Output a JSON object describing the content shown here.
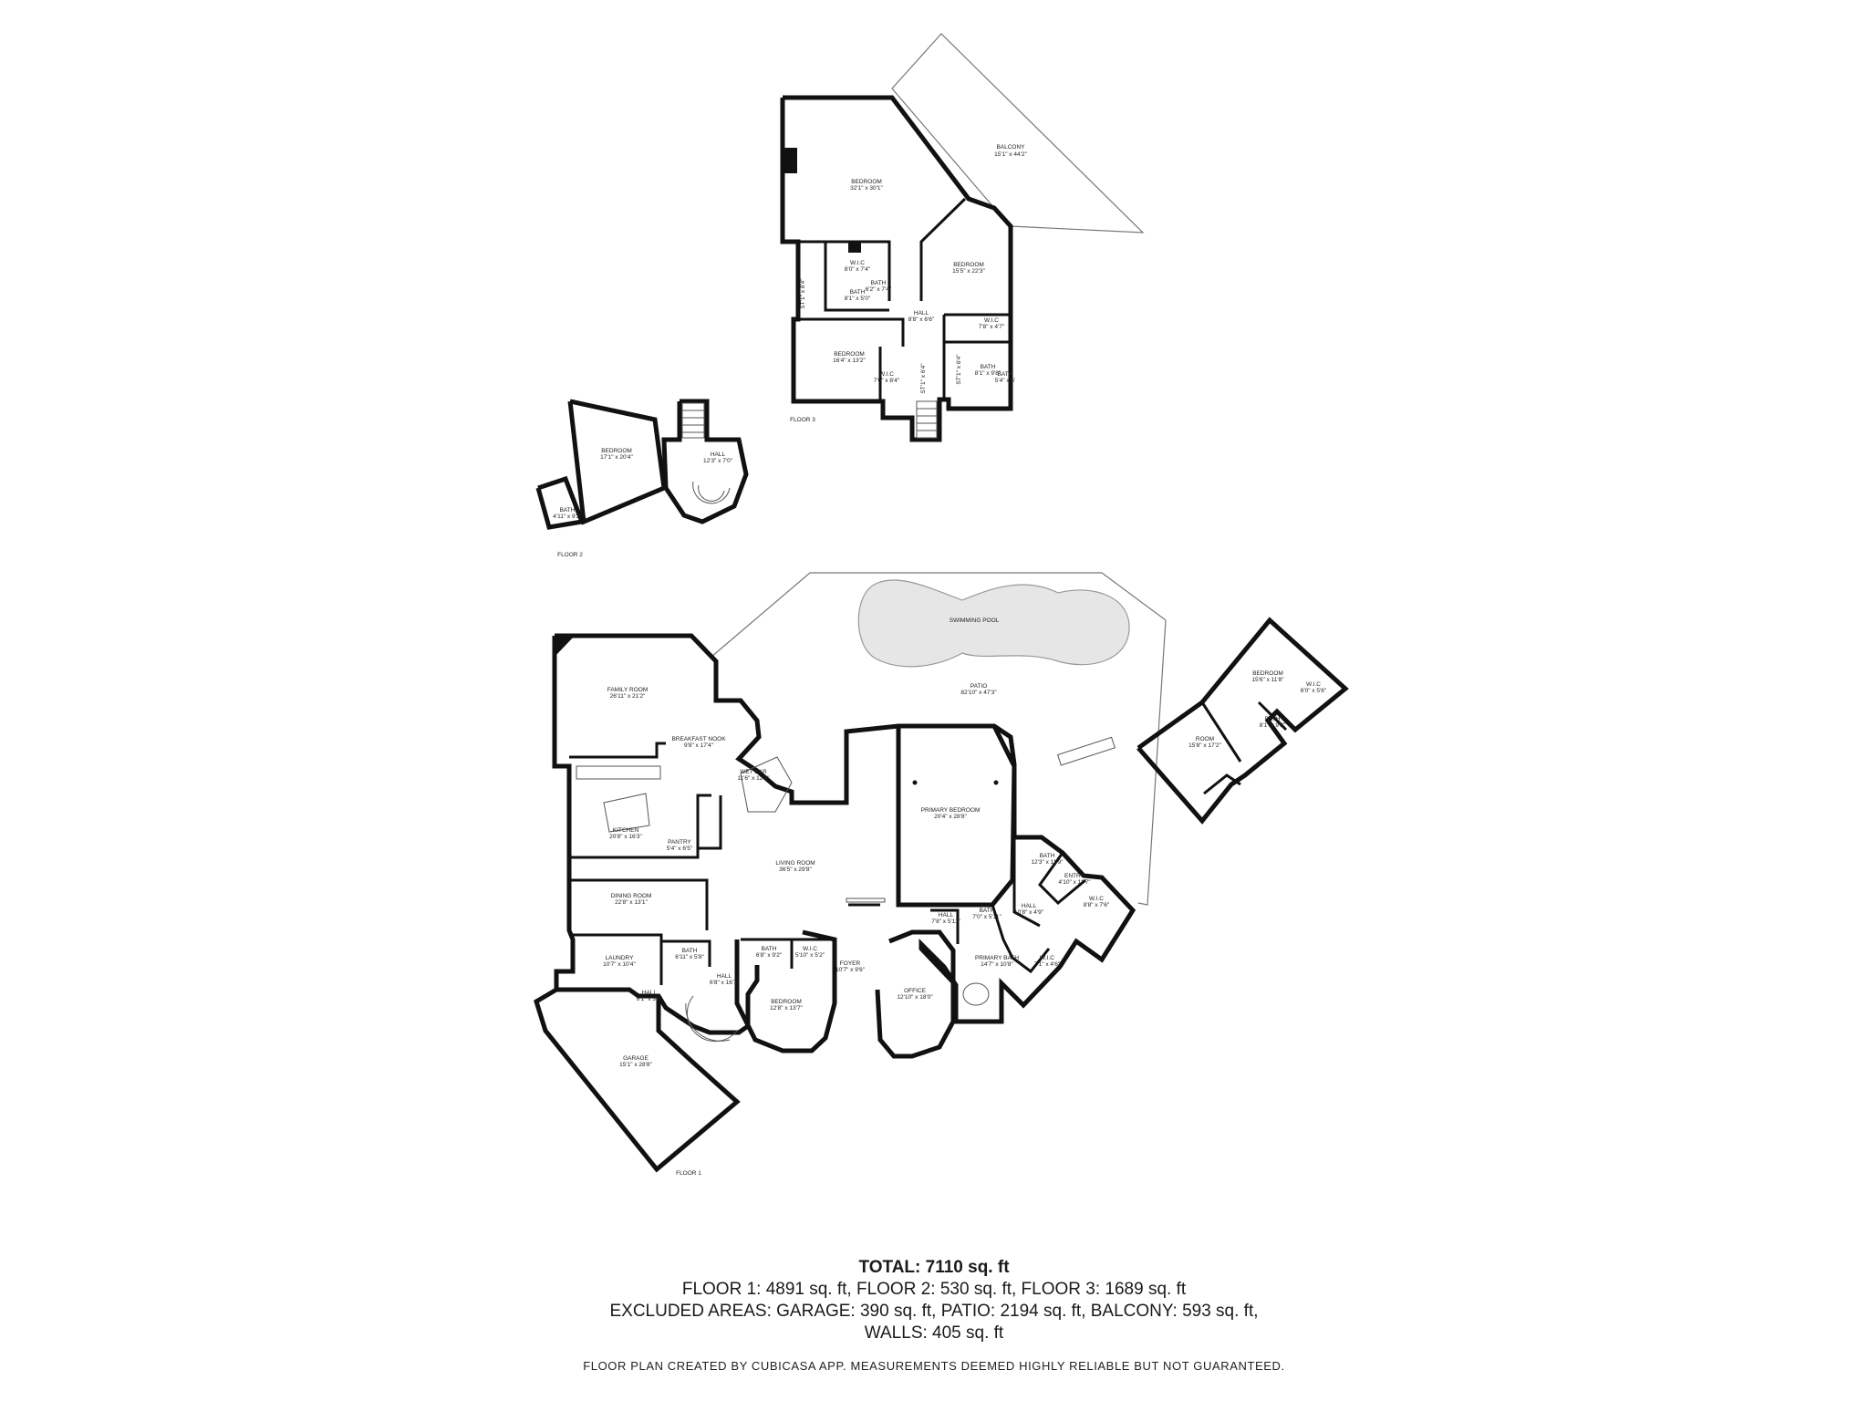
{
  "floor3": {
    "label": "FLOOR 3",
    "rooms": {
      "balcony": {
        "name": "BALCONY",
        "dims": "15'1\" x 44'2\""
      },
      "bedroom_a": {
        "name": "BEDROOM",
        "dims": "32'1\" x 30'1\""
      },
      "bedroom_b": {
        "name": "BEDROOM",
        "dims": "15'5\" x 22'3\""
      },
      "bedroom_c": {
        "name": "BEDROOM",
        "dims": "16'4\" x 13'2\""
      },
      "wic_a": {
        "name": "W.I.C",
        "dims": "8'0\" x 7'4\""
      },
      "bath_a": {
        "name": "BATH",
        "dims": "6'2\" x 7'4\""
      },
      "bath_b": {
        "name": "BATH",
        "dims": "8'1\" x 5'0\""
      },
      "hall": {
        "name": "HALL",
        "dims": "8'8\" x 6'6\""
      },
      "wic_b": {
        "name": "W.I.C",
        "dims": "7'8\" x 4'7\""
      },
      "bath_c": {
        "name": "BATH",
        "dims": "8'1\" x 9'8\""
      },
      "bath_d": {
        "name": "BATH",
        "dims": "5'4\" x 5'"
      },
      "wic_c": {
        "name": "W.I.C",
        "dims": "7'0\" x 8'4\""
      },
      "side_a": {
        "name": "ST'1\" x 6'4\"",
        "dims": ""
      },
      "side_b": {
        "name": "ST'1\" x 6'4\"",
        "dims": ""
      },
      "side_c": {
        "name": "ST'1\" x 6'4\"",
        "dims": ""
      }
    }
  },
  "floor2": {
    "label": "FLOOR 2",
    "rooms": {
      "bedroom": {
        "name": "BEDROOM",
        "dims": "17'1\" x 20'4\""
      },
      "hall": {
        "name": "HALL",
        "dims": "12'3\" x 7'0\""
      },
      "bath": {
        "name": "BATH",
        "dims": "4'11\" x 9'2\""
      }
    }
  },
  "floor1": {
    "label": "FLOOR 1",
    "rooms": {
      "pool": {
        "name": "SWIMMING POOL",
        "dims": ""
      },
      "patio": {
        "name": "PATIO",
        "dims": "82'10\" x 47'3\""
      },
      "family_room": {
        "name": "FAMILY ROOM",
        "dims": "26'11\" x 21'2\""
      },
      "breakfast_nook": {
        "name": "BREAKFAST NOOK",
        "dims": "9'8\" x 17'4\""
      },
      "wet_bar": {
        "name": "WET BAR",
        "dims": "11'6\" x 12'6\""
      },
      "kitchen": {
        "name": "KITCHEN",
        "dims": "20'8\" x 16'3\""
      },
      "pantry": {
        "name": "PANTRY",
        "dims": "5'4\" x 6'5\""
      },
      "living_room": {
        "name": "LIVING ROOM",
        "dims": "36'5\" x 29'8\""
      },
      "dining_room": {
        "name": "DINING ROOM",
        "dims": "22'8\" x 13'1\""
      },
      "laundry": {
        "name": "LAUNDRY",
        "dims": "10'7\" x 10'4\""
      },
      "bath_a": {
        "name": "BATH",
        "dims": "6'11\" x 5'8\""
      },
      "hall_a": {
        "name": "HALL",
        "dims": "6'1\" x 3'8\""
      },
      "hall_b": {
        "name": "HALL",
        "dims": "6'8\" x 16'7\""
      },
      "bath_b": {
        "name": "BATH",
        "dims": "6'8\" x 9'2\""
      },
      "wic_a": {
        "name": "W.I.C",
        "dims": "5'10\" x 5'2\""
      },
      "bedroom": {
        "name": "BEDROOM",
        "dims": "12'8\" x 13'7\""
      },
      "foyer": {
        "name": "FOYER",
        "dims": "10'7\" x 9'6\""
      },
      "office": {
        "name": "OFFICE",
        "dims": "12'10\" x 18'0\""
      },
      "garage": {
        "name": "GARAGE",
        "dims": "15'1\" x 28'8\""
      },
      "primary_bedroom": {
        "name": "PRIMARY BEDROOM",
        "dims": "20'4\" x 28'8\""
      },
      "hall_c": {
        "name": "HALL",
        "dims": "7'8\" x 5'11\""
      },
      "bath_c": {
        "name": "BATH",
        "dims": "7'0\" x 5'11\""
      },
      "hall_d": {
        "name": "HALL",
        "dims": "10'8\" x 4'9\""
      },
      "primary_bath": {
        "name": "PRIMARY BATH",
        "dims": "14'7\" x 10'8\""
      },
      "wic_b": {
        "name": "W.I.C",
        "dims": "7'1\" x 4'6\""
      },
      "wic_c": {
        "name": "W.I.C",
        "dims": "8'8\" x 7'6\""
      },
      "entry": {
        "name": "ENTRY",
        "dims": "4'10\" x 11'7\""
      },
      "bath_d": {
        "name": "BATH",
        "dims": "12'3\" x 11'9\""
      },
      "guest_bedroom": {
        "name": "BEDROOM",
        "dims": "15'6\" x 11'8\""
      },
      "guest_room": {
        "name": "ROOM",
        "dims": "15'8\" x 17'2\""
      },
      "guest_bath": {
        "name": "BATH",
        "dims": "8'1\" x 9'8\""
      },
      "guest_wic": {
        "name": "W.I.C",
        "dims": "6'0\" x 5'6\""
      }
    }
  },
  "summary": {
    "total": "TOTAL: 7110 sq. ft",
    "floors": "FLOOR 1: 4891 sq. ft, FLOOR 2: 530 sq. ft, FLOOR 3: 1689 sq. ft",
    "excluded": "EXCLUDED AREAS: GARAGE: 390 sq. ft, PATIO: 2194 sq. ft, BALCONY: 593 sq. ft,",
    "walls": "WALLS: 405 sq. ft",
    "credit": "FLOOR PLAN CREATED BY CUBICASA APP. MEASUREMENTS DEEMED HIGHLY RELIABLE BUT NOT GUARANTEED."
  }
}
